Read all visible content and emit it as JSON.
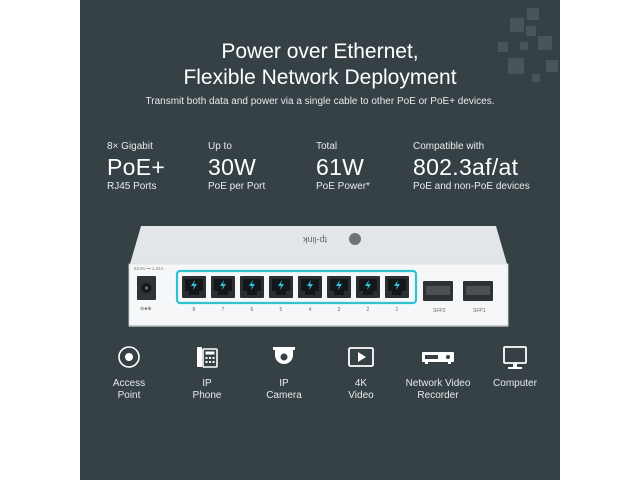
{
  "headline": {
    "line1": "Power over Ethernet,",
    "line2": "Flexible Network Deployment"
  },
  "subtitle": "Transmit both data and power via a single cable to other PoE or PoE+ devices.",
  "stats": [
    {
      "label": "8× Gigabit",
      "value": "PoE+",
      "sub": "RJ45 Ports"
    },
    {
      "label": "Up to",
      "value": "30W",
      "sub": "PoE per Port"
    },
    {
      "label": "Total",
      "value": "61W",
      "sub": "PoE Power*"
    },
    {
      "label": "Compatible with",
      "value": "802.3af/at",
      "sub": "PoE and non-PoE devices"
    }
  ],
  "device": {
    "brand": "tp-link",
    "power_rating": "53.5V ⎓ 1.31A",
    "port_numbers": [
      "8",
      "7",
      "6",
      "5",
      "4",
      "3",
      "2",
      "1"
    ],
    "sfp_labels": [
      "SFP2",
      "SFP1"
    ]
  },
  "devices": [
    {
      "icon": "access-point-icon",
      "line1": "Access",
      "line2": "Point"
    },
    {
      "icon": "ip-phone-icon",
      "line1": "IP",
      "line2": "Phone"
    },
    {
      "icon": "ip-camera-icon",
      "line1": "IP",
      "line2": "Camera"
    },
    {
      "icon": "video-4k-icon",
      "line1": "4K",
      "line2": "Video"
    },
    {
      "icon": "network-video-recorder-icon",
      "line1": "Network  Video",
      "line2": "Recorder"
    },
    {
      "icon": "computer-icon",
      "line1": "Computer",
      "line2": ""
    }
  ],
  "colors": {
    "background": "#364145",
    "accent": "#30c1d3"
  }
}
